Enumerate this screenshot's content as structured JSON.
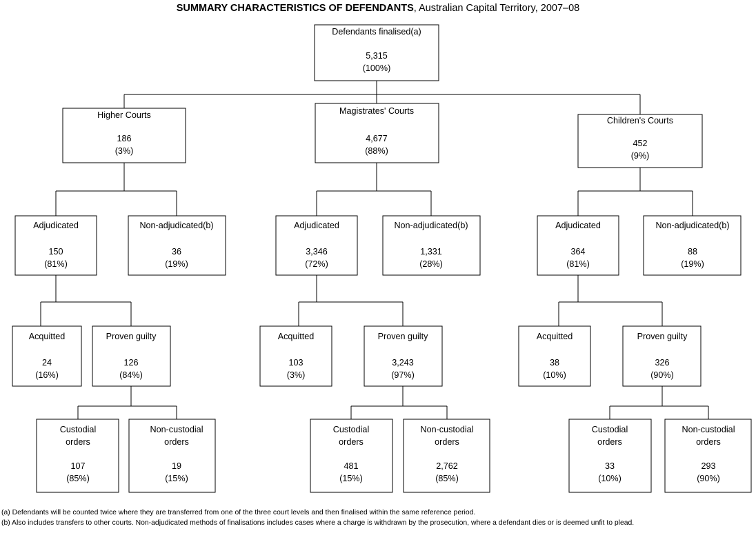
{
  "title": {
    "bold": "SUMMARY CHARACTERISTICS OF DEFENDANTS",
    "rest": ", Australian Capital Territory, 2007–08"
  },
  "chart_data": {
    "type": "diagram",
    "diagram_kind": "flowchart-tree",
    "title": "SUMMARY CHARACTERISTICS OF DEFENDANTS, Australian Capital Territory, 2007–08",
    "root_total": 5315,
    "nodes": [
      {
        "id": "root",
        "label": "Defendants finalised(a)",
        "value": "5,315",
        "percent": "(100%)",
        "level": 0
      },
      {
        "id": "higher",
        "label": "Higher Courts",
        "value": "186",
        "percent": "(3%)",
        "level": 1,
        "parent": "root"
      },
      {
        "id": "magistrates",
        "label": "Magistrates' Courts",
        "value": "4,677",
        "percent": "(88%)",
        "level": 1,
        "parent": "root"
      },
      {
        "id": "childrens",
        "label": "Children's Courts",
        "value": "452",
        "percent": "(9%)",
        "level": 1,
        "parent": "root"
      },
      {
        "id": "hc-adj",
        "label": "Adjudicated",
        "value": "150",
        "percent": "(81%)",
        "level": 2,
        "parent": "higher"
      },
      {
        "id": "hc-nonadj",
        "label": "Non-adjudicated(b)",
        "value": "36",
        "percent": "(19%)",
        "level": 2,
        "parent": "higher"
      },
      {
        "id": "mc-adj",
        "label": "Adjudicated",
        "value": "3,346",
        "percent": "(72%)",
        "level": 2,
        "parent": "magistrates"
      },
      {
        "id": "mc-nonadj",
        "label": "Non-adjudicated(b)",
        "value": "1,331",
        "percent": "(28%)",
        "level": 2,
        "parent": "magistrates"
      },
      {
        "id": "cc-adj",
        "label": "Adjudicated",
        "value": "364",
        "percent": "(81%)",
        "level": 2,
        "parent": "childrens"
      },
      {
        "id": "cc-nonadj",
        "label": "Non-adjudicated(b)",
        "value": "88",
        "percent": "(19%)",
        "level": 2,
        "parent": "childrens"
      },
      {
        "id": "hc-acq",
        "label": "Acquitted",
        "value": "24",
        "percent": "(16%)",
        "level": 3,
        "parent": "hc-adj"
      },
      {
        "id": "hc-guilty",
        "label": "Proven guilty",
        "value": "126",
        "percent": "(84%)",
        "level": 3,
        "parent": "hc-adj"
      },
      {
        "id": "mc-acq",
        "label": "Acquitted",
        "value": "103",
        "percent": "(3%)",
        "level": 3,
        "parent": "mc-adj"
      },
      {
        "id": "mc-guilty",
        "label": "Proven guilty",
        "value": "3,243",
        "percent": "(97%)",
        "level": 3,
        "parent": "mc-adj"
      },
      {
        "id": "cc-acq",
        "label": "Acquitted",
        "value": "38",
        "percent": "(10%)",
        "level": 3,
        "parent": "cc-adj"
      },
      {
        "id": "cc-guilty",
        "label": "Proven guilty",
        "value": "326",
        "percent": "(90%)",
        "level": 3,
        "parent": "cc-adj"
      },
      {
        "id": "hc-cust",
        "label_line1": "Custodial",
        "label_line2": "orders",
        "value": "107",
        "percent": "(85%)",
        "level": 4,
        "parent": "hc-guilty"
      },
      {
        "id": "hc-noncust",
        "label_line1": "Non-custodial",
        "label_line2": "orders",
        "value": "19",
        "percent": "(15%)",
        "level": 4,
        "parent": "hc-guilty"
      },
      {
        "id": "mc-cust",
        "label_line1": "Custodial",
        "label_line2": "orders",
        "value": "481",
        "percent": "(15%)",
        "level": 4,
        "parent": "mc-guilty"
      },
      {
        "id": "mc-noncust",
        "label_line1": "Non-custodial",
        "label_line2": "orders",
        "value": "2,762",
        "percent": "(85%)",
        "level": 4,
        "parent": "mc-guilty"
      },
      {
        "id": "cc-cust",
        "label_line1": "Custodial",
        "label_line2": "orders",
        "value": "33",
        "percent": "(10%)",
        "level": 4,
        "parent": "cc-guilty"
      },
      {
        "id": "cc-noncust",
        "label_line1": "Non-custodial",
        "label_line2": "orders",
        "value": "293",
        "percent": "(90%)",
        "level": 4,
        "parent": "cc-guilty"
      }
    ]
  },
  "boxes": {
    "root": {
      "label": "Defendants finalised(a)",
      "value": "5,315",
      "percent": "(100%)"
    },
    "higher": {
      "label": "Higher Courts",
      "value": "186",
      "percent": "(3%)"
    },
    "magistrates": {
      "label": "Magistrates' Courts",
      "value": "4,677",
      "percent": "(88%)"
    },
    "childrens": {
      "label": "Children's Courts",
      "value": "452",
      "percent": "(9%)"
    },
    "hcAdj": {
      "label": "Adjudicated",
      "value": "150",
      "percent": "(81%)"
    },
    "hcNon": {
      "label": "Non-adjudicated(b)",
      "value": "36",
      "percent": "(19%)"
    },
    "mcAdj": {
      "label": "Adjudicated",
      "value": "3,346",
      "percent": "(72%)"
    },
    "mcNon": {
      "label": "Non-adjudicated(b)",
      "value": "1,331",
      "percent": "(28%)"
    },
    "ccAdj": {
      "label": "Adjudicated",
      "value": "364",
      "percent": "(81%)"
    },
    "ccNon": {
      "label": "Non-adjudicated(b)",
      "value": "88",
      "percent": "(19%)"
    },
    "hcAcq": {
      "label": "Acquitted",
      "value": "24",
      "percent": "(16%)"
    },
    "hcGui": {
      "label": "Proven guilty",
      "value": "126",
      "percent": "(84%)"
    },
    "mcAcq": {
      "label": "Acquitted",
      "value": "103",
      "percent": "(3%)"
    },
    "mcGui": {
      "label": "Proven guilty",
      "value": "3,243",
      "percent": "(97%)"
    },
    "ccAcq": {
      "label": "Acquitted",
      "value": "38",
      "percent": "(10%)"
    },
    "ccGui": {
      "label": "Proven guilty",
      "value": "326",
      "percent": "(90%)"
    },
    "hcCus": {
      "label1": "Custodial",
      "label2": "orders",
      "value": "107",
      "percent": "(85%)"
    },
    "hcNcu": {
      "label1": "Non-custodial",
      "label2": "orders",
      "value": "19",
      "percent": "(15%)"
    },
    "mcCus": {
      "label1": "Custodial",
      "label2": "orders",
      "value": "481",
      "percent": "(15%)"
    },
    "mcNcu": {
      "label1": "Non-custodial",
      "label2": "orders",
      "value": "2,762",
      "percent": "(85%)"
    },
    "ccCus": {
      "label1": "Custodial",
      "label2": "orders",
      "value": "33",
      "percent": "(10%)"
    },
    "ccNcu": {
      "label1": "Non-custodial",
      "label2": "orders",
      "value": "293",
      "percent": "(90%)"
    }
  },
  "footnotes": {
    "a": "(a) Defendants will be counted twice where they are transferred from one of the three court levels and then finalised within the same reference period.",
    "b": "(b) Also includes transfers to other courts. Non-adjudicated methods of finalisations includes cases where a charge is withdrawn by the prosecution, where a defendant dies or is deemed unfit to plead."
  }
}
